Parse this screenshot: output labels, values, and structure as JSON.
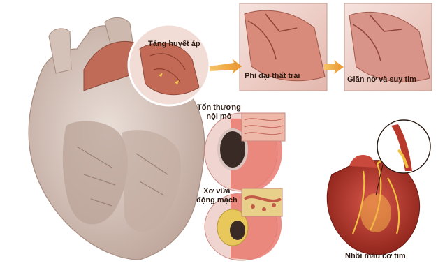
{
  "labels": {
    "hypertension": "Tăng huyết áp",
    "lv_hypertrophy": "Phì đại thất trái",
    "dilation_failure": "Giãn nở và suy tim",
    "endothelial_injury": "Tổn thương\nnội mô",
    "atherosclerosis": "Xơ vữa\nđộng mạch",
    "myocardial_infarction": "Nhồi máu cơ tim"
  },
  "colors": {
    "heart_cross_section": "#d8c8c0",
    "muscle": "#c98c7c",
    "vessel": "#e07a72",
    "arrow": "#f2a94a",
    "plaque": "#e8c85a",
    "heart_live": "#b83a2e"
  }
}
